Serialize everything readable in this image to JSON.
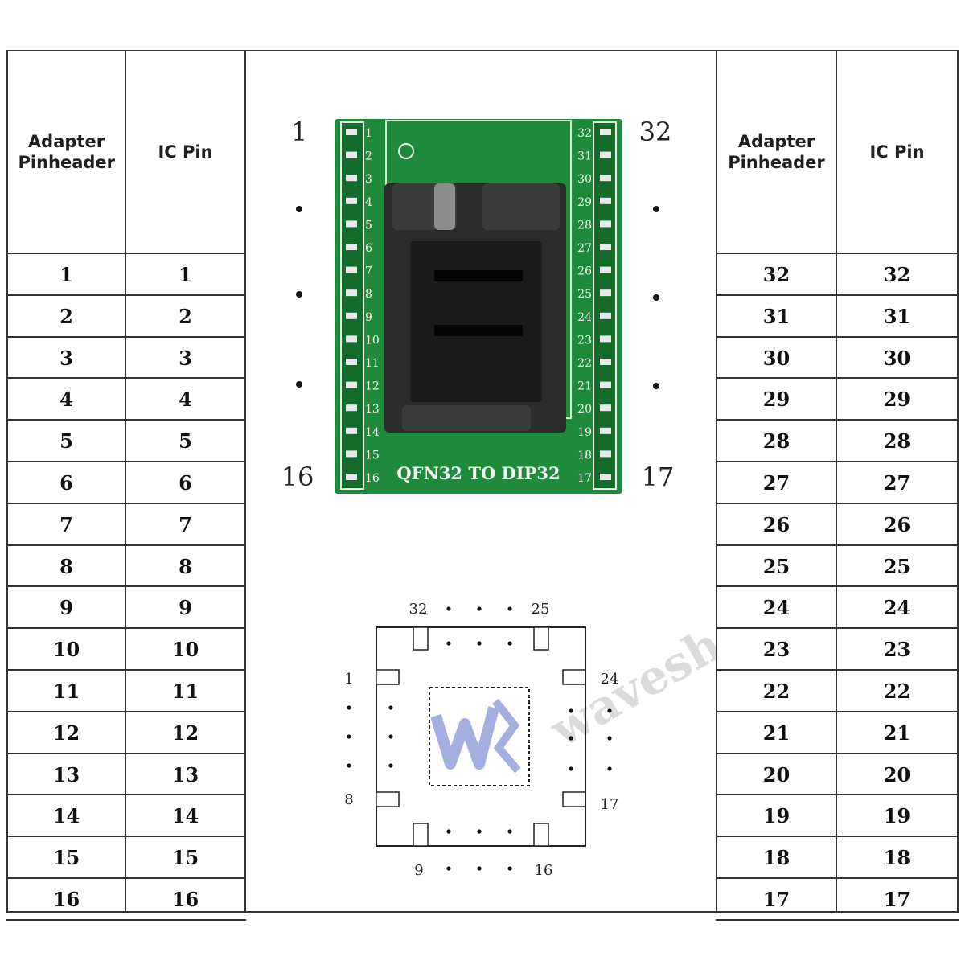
{
  "table": {
    "header_adapter": "Adapter Pinheader",
    "header_ic": "IC Pin",
    "left_rows": [
      [
        "1",
        "1"
      ],
      [
        "2",
        "2"
      ],
      [
        "3",
        "3"
      ],
      [
        "4",
        "4"
      ],
      [
        "5",
        "5"
      ],
      [
        "6",
        "6"
      ],
      [
        "7",
        "7"
      ],
      [
        "8",
        "8"
      ],
      [
        "9",
        "9"
      ],
      [
        "10",
        "10"
      ],
      [
        "11",
        "11"
      ],
      [
        "12",
        "12"
      ],
      [
        "13",
        "13"
      ],
      [
        "14",
        "14"
      ],
      [
        "15",
        "15"
      ],
      [
        "16",
        "16"
      ]
    ],
    "right_rows": [
      [
        "32",
        "32"
      ],
      [
        "31",
        "31"
      ],
      [
        "30",
        "30"
      ],
      [
        "29",
        "29"
      ],
      [
        "28",
        "28"
      ],
      [
        "27",
        "27"
      ],
      [
        "26",
        "26"
      ],
      [
        "25",
        "25"
      ],
      [
        "24",
        "24"
      ],
      [
        "23",
        "23"
      ],
      [
        "22",
        "22"
      ],
      [
        "21",
        "21"
      ],
      [
        "20",
        "20"
      ],
      [
        "19",
        "19"
      ],
      [
        "18",
        "18"
      ],
      [
        "17",
        "17"
      ]
    ]
  },
  "board": {
    "label": "QFN32 TO DIP32",
    "corner_top_left": "1",
    "corner_top_right": "32",
    "corner_bottom_left": "16",
    "corner_bottom_right": "17",
    "left_pin_numbers": [
      "1",
      "2",
      "3",
      "4",
      "5",
      "6",
      "7",
      "8",
      "9",
      "10",
      "11",
      "12",
      "13",
      "14",
      "15",
      "16"
    ],
    "right_pin_numbers": [
      "32",
      "31",
      "30",
      "29",
      "28",
      "27",
      "26",
      "25",
      "24",
      "23",
      "22",
      "21",
      "20",
      "19",
      "18",
      "17"
    ],
    "pcb_color": "#1f8a3c"
  },
  "footprint": {
    "top_left": "32",
    "top_right": "25",
    "left_top": "1",
    "left_bottom": "8",
    "right_top": "24",
    "right_bottom": "17",
    "bottom_left": "9",
    "bottom_right": "16"
  },
  "watermark": {
    "brand": "waveshare",
    "logo": "wp-logo-mark"
  }
}
